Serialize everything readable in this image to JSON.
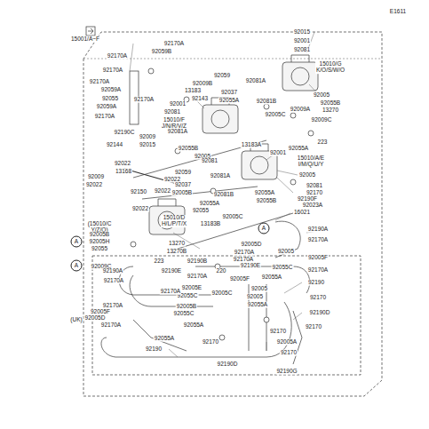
{
  "diagram": {
    "nodes": [
      {
        "text": [
          "A"
        ]
      },
      {
        "text": [
          "A"
        ]
      },
      {
        "text": [
          "A"
        ]
      }
    ],
    "labels": [
      "E1611",
      "15001/A~F",
      "92015",
      "92001",
      "92081",
      "92170A",
      "92059B",
      "92170A",
      "92170A",
      "92059",
      "92170A",
      "92059A",
      "92055",
      "92170A",
      "92059A",
      "92170A",
      "92009B",
      "13183",
      "92037",
      "92081A",
      "92055A",
      "15010/G K/O/S/W/O",
      "92005",
      "92055B",
      "13270",
      "92081B",
      "92001",
      "92081",
      "92143",
      "15010/F J/N/R/V/Z",
      "92081A",
      "92005C",
      "92009A",
      "92009C",
      "92190C",
      "92009",
      "92144",
      "92015",
      "92055B",
      "92005",
      "13183A",
      "92001",
      "223",
      "92055A",
      "15010/A/E I/M/Q/U/Y",
      "92009",
      "92022",
      "92022",
      "13168",
      "92059",
      "92022",
      "92081",
      "92081A",
      "92005",
      "92081",
      "92170",
      "92190F",
      "92023A",
      "16021",
      "92150",
      "92022",
      "92037",
      "92005B",
      "92081B",
      "92055A",
      "92055B",
      "92022",
      "92055A",
      "92055",
      "92005C",
      "15010/D H/L/P/T/X",
      "(15010/C Y/Z/Q)",
      "13183B",
      "92005B",
      "92005H",
      "92055",
      "13270",
      "13270B",
      "92009C",
      "223",
      "220",
      "92190A",
      "92170A",
      "92005D",
      "92005",
      "92170A",
      "92190B",
      "92170A",
      "92190E",
      "92055C",
      "92005F",
      "92170A",
      "92190A",
      "92190E",
      "92170A",
      "92055A",
      "92005F",
      "92005E",
      "92055C",
      "92170A",
      "92170A",
      "92190",
      "92170",
      "92005",
      "92005",
      "92055A",
      "92005C",
      "92190D",
      "92170A",
      "92005F",
      "92005D",
      "92170A",
      "92005B",
      "92055C",
      "92055A",
      "(UK)",
      "92055A",
      "92170",
      "92170",
      "92005A",
      "92170",
      "92170",
      "92190",
      "92190D",
      "92190G"
    ]
  }
}
